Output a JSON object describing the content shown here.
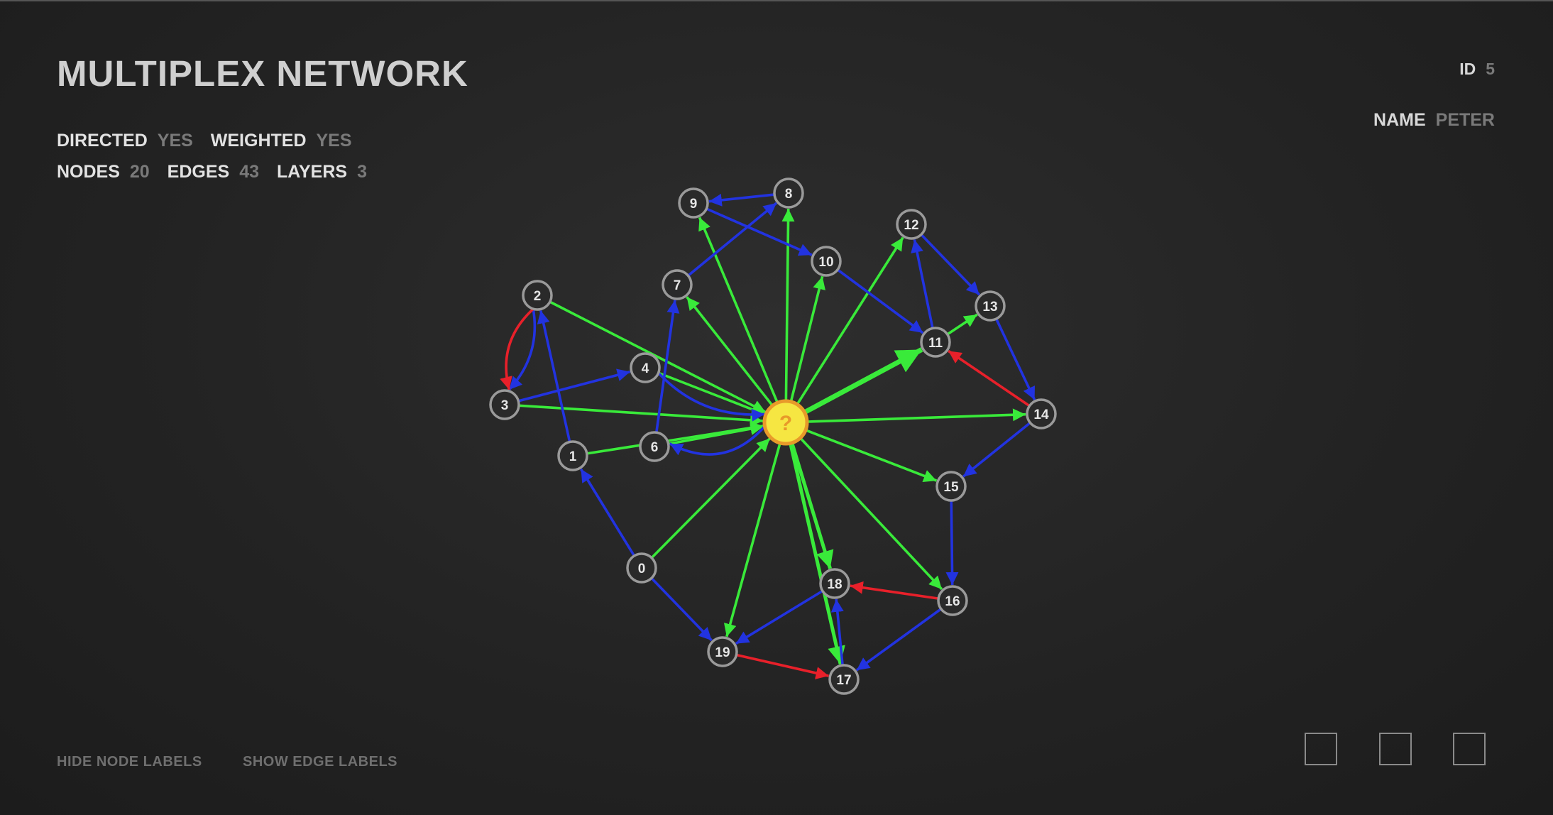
{
  "title": "MULTIPLEX NETWORK",
  "stats": {
    "directed_label": "DIRECTED",
    "directed_value": "YES",
    "weighted_label": "WEIGHTED",
    "weighted_value": "YES",
    "nodes_label": "NODES",
    "nodes_value": "20",
    "edges_label": "EDGES",
    "edges_value": "43",
    "layers_label": "LAYERS",
    "layers_value": "3"
  },
  "selected": {
    "id_label": "ID",
    "id_value": "5",
    "name_label": "NAME",
    "name_value": "PETER"
  },
  "buttons": {
    "hide_node_labels": "HIDE NODE LABELS",
    "show_edge_labels": "SHOW EDGE LABELS"
  },
  "layer_toggles": [
    "layer-1-toggle",
    "layer-2-toggle",
    "layer-3-toggle"
  ],
  "colors": {
    "green_layer": "#39ea3a",
    "blue_layer": "#2233e0",
    "red_layer": "#e8202a",
    "node_fill": "#2a2a2a",
    "node_stroke": "#9a9a9a",
    "center_fill": "#f6e642",
    "center_stroke": "#e89a2a"
  },
  "graph": {
    "center": {
      "id": "5",
      "label": "?"
    },
    "nodes": [
      {
        "id": "0",
        "label": "0"
      },
      {
        "id": "1",
        "label": "1"
      },
      {
        "id": "2",
        "label": "2"
      },
      {
        "id": "3",
        "label": "3"
      },
      {
        "id": "4",
        "label": "4"
      },
      {
        "id": "6",
        "label": "6"
      },
      {
        "id": "7",
        "label": "7"
      },
      {
        "id": "8",
        "label": "8"
      },
      {
        "id": "9",
        "label": "9"
      },
      {
        "id": "10",
        "label": "10"
      },
      {
        "id": "11",
        "label": "11"
      },
      {
        "id": "12",
        "label": "12"
      },
      {
        "id": "13",
        "label": "13"
      },
      {
        "id": "14",
        "label": "14"
      },
      {
        "id": "15",
        "label": "15"
      },
      {
        "id": "16",
        "label": "16"
      },
      {
        "id": "17",
        "label": "17"
      },
      {
        "id": "18",
        "label": "18"
      },
      {
        "id": "19",
        "label": "19"
      }
    ],
    "edges": [
      {
        "from": "5",
        "to": "9",
        "layer": "green"
      },
      {
        "from": "5",
        "to": "8",
        "layer": "green"
      },
      {
        "from": "5",
        "to": "10",
        "layer": "green"
      },
      {
        "from": "5",
        "to": "12",
        "layer": "green"
      },
      {
        "from": "5",
        "to": "11",
        "layer": "green"
      },
      {
        "from": "5",
        "to": "7",
        "layer": "green"
      },
      {
        "from": "5",
        "to": "14",
        "layer": "green"
      },
      {
        "from": "5",
        "to": "15",
        "layer": "green"
      },
      {
        "from": "5",
        "to": "16",
        "layer": "green"
      },
      {
        "from": "5",
        "to": "18",
        "layer": "green"
      },
      {
        "from": "5",
        "to": "17",
        "layer": "green"
      },
      {
        "from": "5",
        "to": "19",
        "layer": "green"
      },
      {
        "from": "2",
        "to": "5",
        "layer": "green"
      },
      {
        "from": "3",
        "to": "5",
        "layer": "green"
      },
      {
        "from": "4",
        "to": "5",
        "layer": "green"
      },
      {
        "from": "1",
        "to": "5",
        "layer": "green"
      },
      {
        "from": "6",
        "to": "5",
        "layer": "green"
      },
      {
        "from": "0",
        "to": "5",
        "layer": "green"
      },
      {
        "from": "11",
        "to": "13",
        "layer": "green"
      },
      {
        "from": "9",
        "to": "10",
        "layer": "blue"
      },
      {
        "from": "8",
        "to": "9",
        "layer": "blue"
      },
      {
        "from": "7",
        "to": "8",
        "layer": "blue"
      },
      {
        "from": "10",
        "to": "11",
        "layer": "blue"
      },
      {
        "from": "11",
        "to": "12",
        "layer": "blue"
      },
      {
        "from": "12",
        "to": "13",
        "layer": "blue"
      },
      {
        "from": "13",
        "to": "14",
        "layer": "blue"
      },
      {
        "from": "14",
        "to": "15",
        "layer": "blue"
      },
      {
        "from": "15",
        "to": "16",
        "layer": "blue"
      },
      {
        "from": "16",
        "to": "17",
        "layer": "blue"
      },
      {
        "from": "17",
        "to": "18",
        "layer": "blue"
      },
      {
        "from": "18",
        "to": "19",
        "layer": "blue"
      },
      {
        "from": "0",
        "to": "19",
        "layer": "blue"
      },
      {
        "from": "0",
        "to": "1",
        "layer": "blue"
      },
      {
        "from": "1",
        "to": "2",
        "layer": "blue"
      },
      {
        "from": "2",
        "to": "3",
        "layer": "blue"
      },
      {
        "from": "3",
        "to": "4",
        "layer": "blue"
      },
      {
        "from": "6",
        "to": "7",
        "layer": "blue"
      },
      {
        "from": "4",
        "to": "5",
        "layer": "blue"
      },
      {
        "from": "5",
        "to": "6",
        "layer": "blue"
      },
      {
        "from": "2",
        "to": "3",
        "layer": "red"
      },
      {
        "from": "14",
        "to": "11",
        "layer": "red"
      },
      {
        "from": "16",
        "to": "18",
        "layer": "red"
      },
      {
        "from": "19",
        "to": "17",
        "layer": "red"
      }
    ]
  }
}
